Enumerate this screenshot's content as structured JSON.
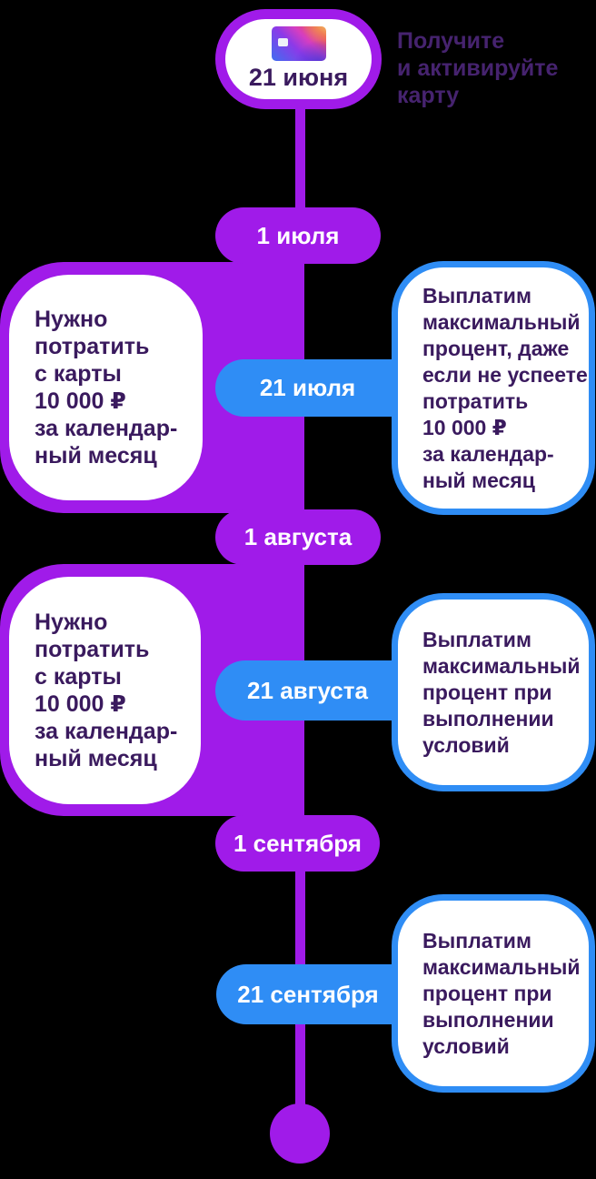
{
  "colors": {
    "background": "#000000",
    "purple": "#A01BE9",
    "blue": "#2F8DF5",
    "text_dark": "#3A1A5E",
    "header_text": "#46236F",
    "white": "#FFFFFF"
  },
  "header": {
    "date": "21 июня",
    "note": "Получите\nи активируйте\nкарту",
    "card_icon": "bank-card-icon"
  },
  "milestones": [
    {
      "label": "1 июля",
      "style": "purple"
    },
    {
      "label": "21 июля",
      "style": "blue"
    },
    {
      "label": "1 августа",
      "style": "purple"
    },
    {
      "label": "21 августа",
      "style": "blue"
    },
    {
      "label": "1 сентября",
      "style": "purple"
    },
    {
      "label": "21 сентября",
      "style": "blue"
    }
  ],
  "left_notes": [
    {
      "text": "Нужно\nпотратить\nс карты\n10 000 ₽\nза календар-\nный месяц"
    },
    {
      "text": "Нужно\nпотратить\nс карты\n10 000 ₽\nза календар-\nный месяц"
    }
  ],
  "right_notes": [
    {
      "text": "Выплатим\nмаксимальный\nпроцент, даже\nесли не успеете\nпотратить\n10 000 ₽\nза календар-\nный месяц"
    },
    {
      "text": "Выплатим\nмаксимальный\nпроцент при\nвыполнении\nусловий"
    },
    {
      "text": "Выплатим\nмаксимальный\nпроцент при\nвыполнении\nусловий"
    }
  ]
}
